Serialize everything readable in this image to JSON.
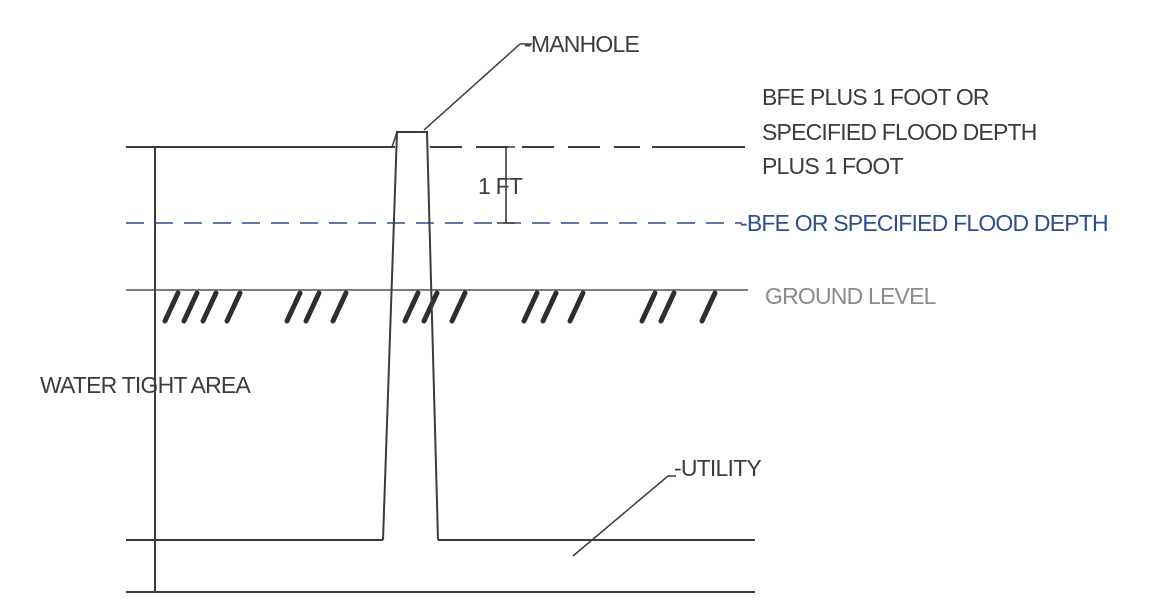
{
  "title": "",
  "labels": {
    "manhole": "-MANHOLE",
    "bfe_plus_line1": "BFE  PLUS 1 FOOT OR",
    "bfe_plus_line2": "SPECIFIED FLOOD DEPTH",
    "bfe_plus_line3": "PLUS 1 FOOT",
    "one_ft": "1 FT",
    "bfe": "-BFE OR SPECIFIED FLOOD DEPTH",
    "ground_level": "GROUND LEVEL",
    "water_tight_area": "WATER TIGHT AREA",
    "utility": "-UTILITY"
  },
  "colors": {
    "ink": "#3c3c3c",
    "bfe_blue": "#2b4f8f",
    "ground_gray": "#8a8a8a"
  }
}
